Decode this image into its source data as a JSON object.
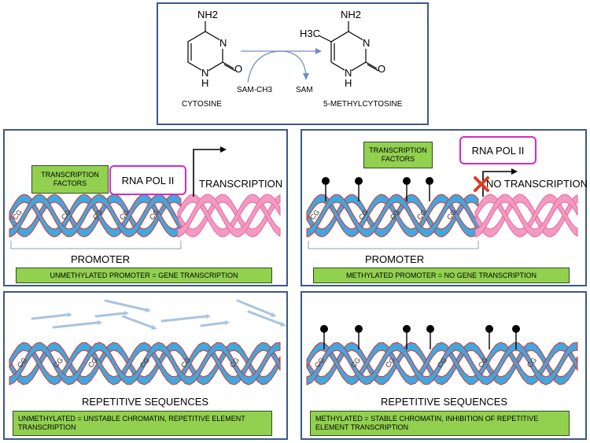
{
  "top": {
    "cytosine_label": "CYTOSINE",
    "methylcytosine_label": "5-METHYLCYTOSINE",
    "sam_ch3": "SAM-CH3",
    "sam": "SAM",
    "nh2": "NH2",
    "n": "N",
    "h": "H",
    "o": "O",
    "h3c": "H3C"
  },
  "panels": {
    "top_left": {
      "tf_label": "TRANSCRIPTION FACTORS",
      "pol_label": "RNA POL II",
      "transcription_label": "TRANSCRIPTION",
      "region_label": "PROMOTER",
      "caption": "UNMETHYLATED PROMOTER = GENE TRANSCRIPTION"
    },
    "top_right": {
      "tf_label": "TRANSCRIPTION FACTORS",
      "pol_label": "RNA POL II",
      "transcription_label": "NO TRANSCRIPTION",
      "region_label": "PROMOTER",
      "caption": "METHYLATED PROMOTER = NO GENE TRANSCRIPTION"
    },
    "bottom_left": {
      "region_label": "REPETITIVE SEQUENCES",
      "caption": "UNMETHYLATED = UNSTABLE CHROMATIN, REPETITIVE ELEMENT TRANSCRIPTION"
    },
    "bottom_right": {
      "region_label": "REPETITIVE SEQUENCES",
      "caption": "METHYLATED = STABLE CHROMATIN, INHIBITION OF REPETITIVE ELEMENT TRANSCRIPTION"
    }
  },
  "cg_label": "CG",
  "colors": {
    "border": "#3b5a86",
    "dna_blue": "#41a7df",
    "dna_pink": "#f49ac2",
    "strand_edge": "#d9342b",
    "green_box": "#92d050",
    "pol_border": "#d629c9",
    "fragment": "#a8c4e0"
  }
}
